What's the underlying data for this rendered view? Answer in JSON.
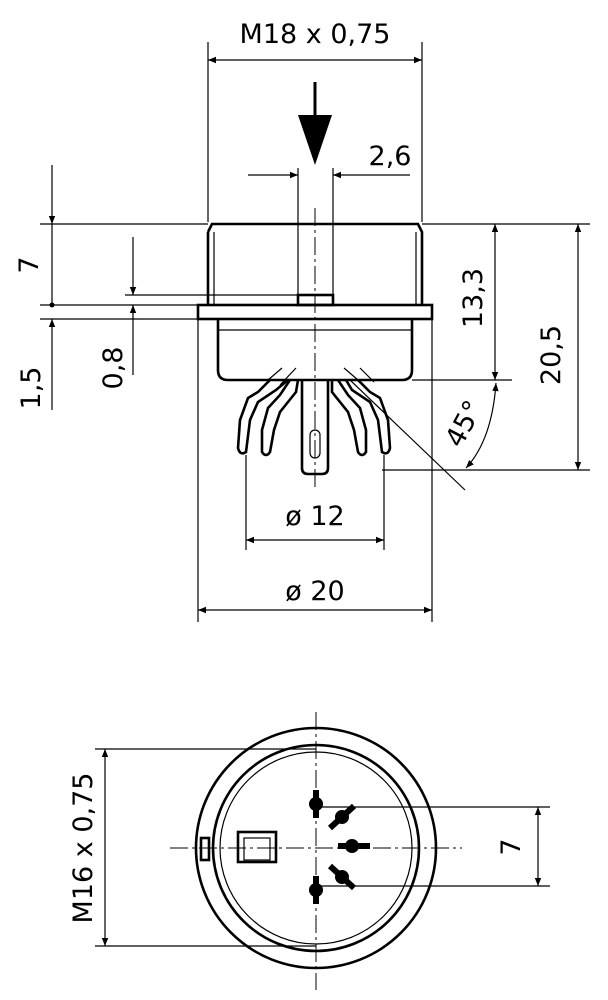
{
  "dimensions": {
    "thread_top": "M18 x 0,75",
    "pin_width": "2,6",
    "height_7": "7",
    "height_1_5": "1,5",
    "height_0_8": "0,8",
    "height_13_3": "13,3",
    "height_20_5": "20,5",
    "angle": "45°",
    "dia_12": "ø 12",
    "dia_20": "ø 20",
    "thread_bottom": "M16 x 0,75",
    "pitch_7": "7"
  }
}
